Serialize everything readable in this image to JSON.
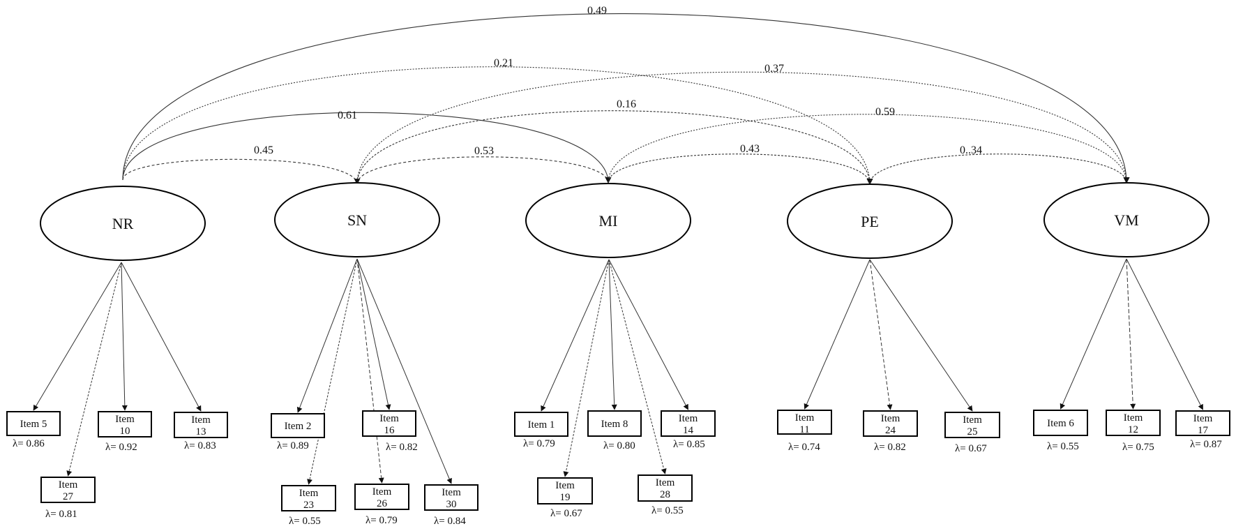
{
  "factors": [
    {
      "id": "NR",
      "label": "NR"
    },
    {
      "id": "SN",
      "label": "SN"
    },
    {
      "id": "MI",
      "label": "MI"
    },
    {
      "id": "PE",
      "label": "PE"
    },
    {
      "id": "VM",
      "label": "VM"
    }
  ],
  "items": [
    {
      "factor": "NR",
      "line1": "Item 5",
      "line2": "",
      "lambda": "λ= 0.86"
    },
    {
      "factor": "NR",
      "line1": "Item",
      "line2": "10",
      "lambda": "λ= 0.92"
    },
    {
      "factor": "NR",
      "line1": "Item",
      "line2": "13",
      "lambda": "λ= 0.83"
    },
    {
      "factor": "NR",
      "line1": "Item",
      "line2": "27",
      "lambda": "λ= 0.81"
    },
    {
      "factor": "SN",
      "line1": "Item 2",
      "line2": "",
      "lambda": "λ= 0.89"
    },
    {
      "factor": "SN",
      "line1": "Item",
      "line2": "16",
      "lambda": "λ= 0.82"
    },
    {
      "factor": "SN",
      "line1": "Item",
      "line2": "23",
      "lambda": "λ= 0.55"
    },
    {
      "factor": "SN",
      "line1": "Item",
      "line2": "26",
      "lambda": "λ= 0.79"
    },
    {
      "factor": "SN",
      "line1": "Item",
      "line2": "30",
      "lambda": "λ= 0.84"
    },
    {
      "factor": "MI",
      "line1": "Item 1",
      "line2": "",
      "lambda": "λ= 0.79"
    },
    {
      "factor": "MI",
      "line1": "Item 8",
      "line2": "",
      "lambda": "λ= 0.80"
    },
    {
      "factor": "MI",
      "line1": "Item",
      "line2": "14",
      "lambda": "λ= 0.85"
    },
    {
      "factor": "MI",
      "line1": "Item",
      "line2": "19",
      "lambda": "λ= 0.67"
    },
    {
      "factor": "MI",
      "line1": "Item",
      "line2": "28",
      "lambda": "λ= 0.55"
    },
    {
      "factor": "PE",
      "line1": "Item",
      "line2": "11",
      "lambda": "λ= 0.74"
    },
    {
      "factor": "PE",
      "line1": "Item",
      "line2": "24",
      "lambda": "λ= 0.82"
    },
    {
      "factor": "PE",
      "line1": "Item",
      "line2": "25",
      "lambda": "λ= 0.67"
    },
    {
      "factor": "VM",
      "line1": "Item 6",
      "line2": "",
      "lambda": "λ= 0.55"
    },
    {
      "factor": "VM",
      "line1": "Item",
      "line2": "12",
      "lambda": "λ= 0.75"
    },
    {
      "factor": "VM",
      "line1": "Item",
      "line2": "17",
      "lambda": "λ= 0.87"
    }
  ],
  "correlations": [
    {
      "from": "NR",
      "to": "VM",
      "value": "0.49"
    },
    {
      "from": "NR",
      "to": "PE",
      "value": "0.21"
    },
    {
      "from": "SN",
      "to": "VM",
      "value": "0.37"
    },
    {
      "from": "SN",
      "to": "PE",
      "value": "0.16"
    },
    {
      "from": "NR",
      "to": "MI",
      "value": "0.61"
    },
    {
      "from": "MI",
      "to": "VM",
      "value": "0.59"
    },
    {
      "from": "NR",
      "to": "SN",
      "value": "0.45"
    },
    {
      "from": "SN",
      "to": "MI",
      "value": "0.53"
    },
    {
      "from": "MI",
      "to": "PE",
      "value": "0.43"
    },
    {
      "from": "PE",
      "to": "VM",
      "value": "0..34"
    }
  ]
}
